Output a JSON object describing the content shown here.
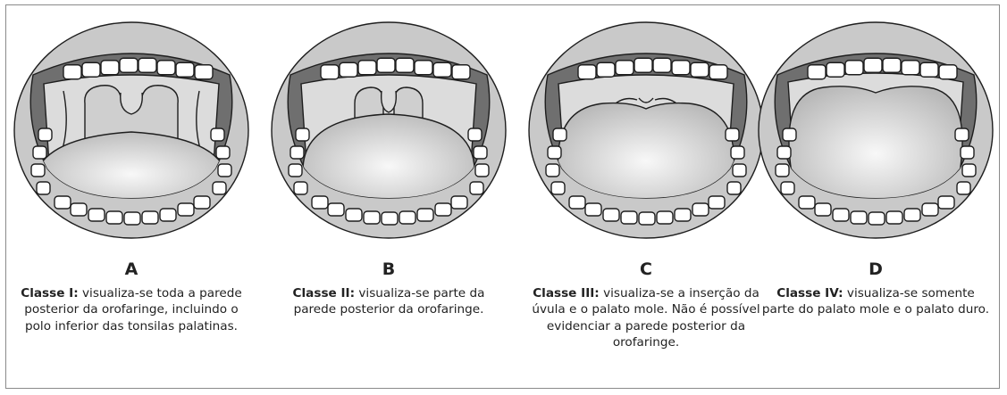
{
  "figure": {
    "panels": [
      {
        "id": "A",
        "letter": "A",
        "class_label": "Classe I:",
        "description": "visualiza-se toda a parede posterior da orofaringe, incluindo o polo inferior das tonsilas palatinas."
      },
      {
        "id": "B",
        "letter": "B",
        "class_label": "Classe II:",
        "description": "visualiza-se parte da parede posterior da orofaringe."
      },
      {
        "id": "C",
        "letter": "C",
        "class_label": "Classe III:",
        "description": "visualiza-se a inserção da úvula e o palato mole. Não é possível evidenciar a parede posterior da orofaringe."
      },
      {
        "id": "D",
        "letter": "D",
        "class_label": "Classe IV:",
        "description": "visualiza-se somente parte do palato mole e o palato duro."
      }
    ]
  },
  "colors": {
    "lips": "#c9c9c9",
    "oral_cavity": "#6f6f6f",
    "teeth": "#ffffff",
    "pharynx": "#dcdcdc",
    "tongue_highlight": "#f8f8f8",
    "tongue_shadow": "#b9b9b9",
    "outline": "#1e1e1e"
  }
}
